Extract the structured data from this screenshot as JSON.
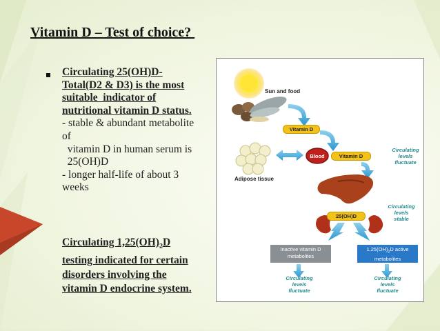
{
  "slide": {
    "title": "Vitamin D – Test of choice? ",
    "bullet1": {
      "bold_lines": [
        "Circulating 25(OH)D-",
        "Total(D2 & D3) is the most",
        "suitable  indicator of",
        "nutritional vitamin D status."
      ],
      "plain_lines": [
        "- stable & abundant metabolite",
        "of",
        "  vitamin D in human serum is",
        "  25(OH)D",
        "- longer half-life of about 3",
        "weeks"
      ]
    },
    "bullet2": {
      "line1_a": "Circulating 1,25(OH)",
      "line1_sub": "2",
      "line1_b": "D",
      "lines": [
        "testing indicated for certain",
        "disorders involving the",
        "vitamin D endocrine system."
      ]
    }
  },
  "figure": {
    "sun_and_food": "Sun and food",
    "vitamin_d_top": "Vitamin D",
    "blood": "Blood",
    "vitamin_d_blood": "Vitamin D",
    "adipose_tissue": "Adipose tissue",
    "circ_fluctuate_1": [
      "Circulating",
      "levels",
      "fluctuate"
    ],
    "circ_stable": [
      "Circulating",
      "levels",
      "stable"
    ],
    "hydroxy_25": "25(OH)D",
    "inactive_box": [
      "Inactive vitamin D",
      "metabolites"
    ],
    "active_box": [
      "1,25(OH)",
      "2",
      "D active",
      "metabolites"
    ],
    "circ_fluctuate_left": [
      "Circulating",
      "levels",
      "fluctuate"
    ],
    "circ_fluctuate_right": [
      "Circulating",
      "levels",
      "fluctuate"
    ],
    "colors": {
      "pill_yellow": "#f2c21a",
      "blood_red": "#c0201c",
      "inactive_gray": "#8a8f94",
      "active_blue": "#2a78c8",
      "teal_text": "#238a90",
      "liver": "#a8411c"
    }
  }
}
